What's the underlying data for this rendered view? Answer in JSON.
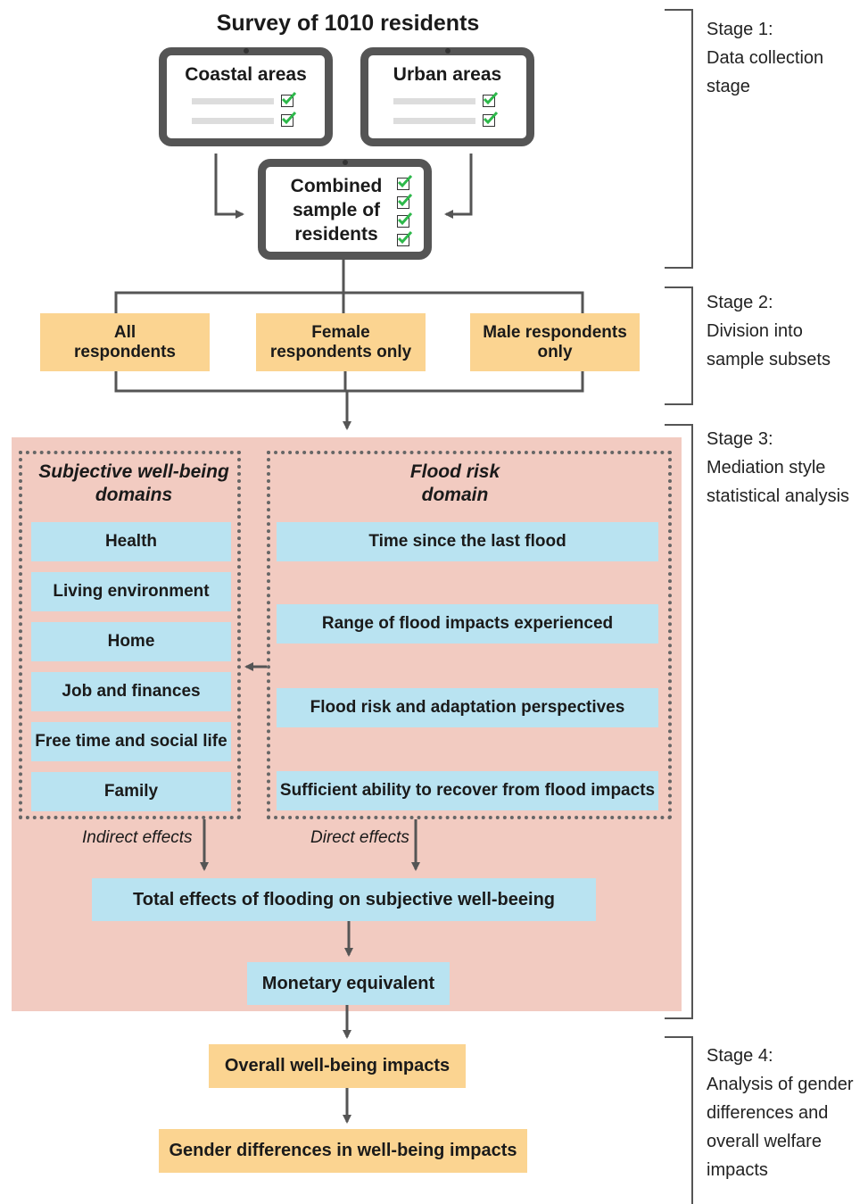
{
  "title": "Survey of 1010 residents",
  "tablets": {
    "coastal": "Coastal areas",
    "urban": "Urban areas",
    "combined": "Combined sample of residents"
  },
  "subsets": [
    "All respondents",
    "Female respondents only",
    "Male respondents only"
  ],
  "wellbeing": {
    "title": "Subjective well-being domains",
    "items": [
      "Health",
      "Living environment",
      "Home",
      "Job and finances",
      "Free time and social life",
      "Family"
    ]
  },
  "flood": {
    "title": "Flood risk domain",
    "items": [
      "Time since the last flood",
      "Range of flood impacts experienced",
      "Flood risk and adaptation perspectives",
      "Sufficient ability to recover from flood impacts"
    ]
  },
  "effects": {
    "indirect": "Indirect effects",
    "direct": "Direct effects"
  },
  "total_effects": "Total effects of flooding on subjective well-beeing",
  "monetary": "Monetary equivalent",
  "overall": "Overall well-being impacts",
  "gender": "Gender differences in well-being impacts",
  "stages": [
    {
      "label": "Stage 1:",
      "desc": [
        "Data collection stage"
      ]
    },
    {
      "label": "Stage 2:",
      "desc": [
        "Division into",
        "sample subsets"
      ]
    },
    {
      "label": "Stage 3:",
      "desc": [
        "Mediation style",
        "statistical analysis"
      ]
    },
    {
      "label": "Stage 4:",
      "desc": [
        "Analysis of gender",
        "differences and",
        "overall welfare",
        "impacts"
      ]
    }
  ],
  "colors": {
    "orange": "#fbd491",
    "blue": "#b9e3f1",
    "pink": "#f2cbc1",
    "device": "#555555"
  }
}
